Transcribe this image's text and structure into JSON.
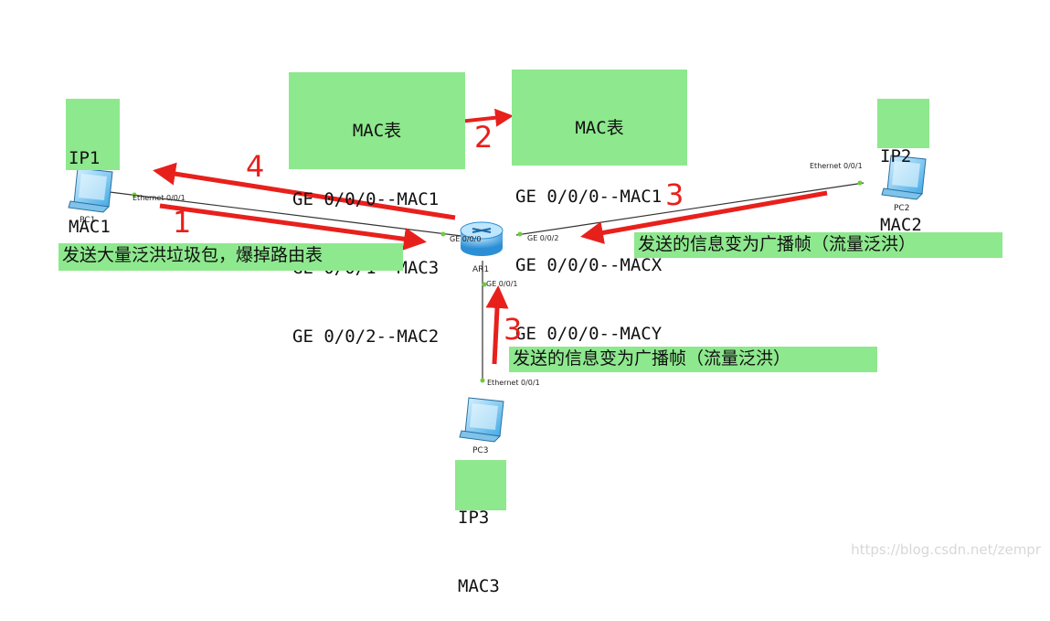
{
  "mac_table_before": {
    "title": "MAC表",
    "rows": [
      "GE 0/0/0--MAC1",
      "GE 0/0/1--MAC3",
      "GE 0/0/2--MAC2"
    ]
  },
  "mac_table_after": {
    "title": "MAC表",
    "rows": [
      "GE 0/0/0--MAC1",
      "GE 0/0/0--MACX",
      "GE 0/0/0--MACY"
    ]
  },
  "hosts": {
    "pc1": {
      "label": "PC1",
      "ip": "IP1",
      "mac": "MAC1",
      "port": "Ethernet 0/0/1"
    },
    "pc2": {
      "label": "PC2",
      "ip": "IP2",
      "mac": "MAC2",
      "port": "Ethernet 0/0/1"
    },
    "pc3": {
      "label": "PC3",
      "ip": "IP3",
      "mac": "MAC3",
      "port": "Ethernet 0/0/1"
    }
  },
  "router": {
    "label": "AR1",
    "port_left": "GE 0/0/0",
    "port_right": "GE 0/0/2",
    "port_down": "GE 0/0/1"
  },
  "steps": {
    "s1": "1",
    "s2": "2",
    "s3a": "3",
    "s3b": "3",
    "s4": "4"
  },
  "notes": {
    "flood_attack": "发送大量泛洪垃圾包，爆掉路由表",
    "broadcast_right": "发送的信息变为广播帧（流量泛洪）",
    "broadcast_down": "发送的信息变为广播帧（流量泛洪）"
  },
  "colors": {
    "arrow": "#e8201c",
    "label_bg": "#8ee88e",
    "link": "#333333"
  },
  "watermark": "https://blog.csdn.net/zempr"
}
